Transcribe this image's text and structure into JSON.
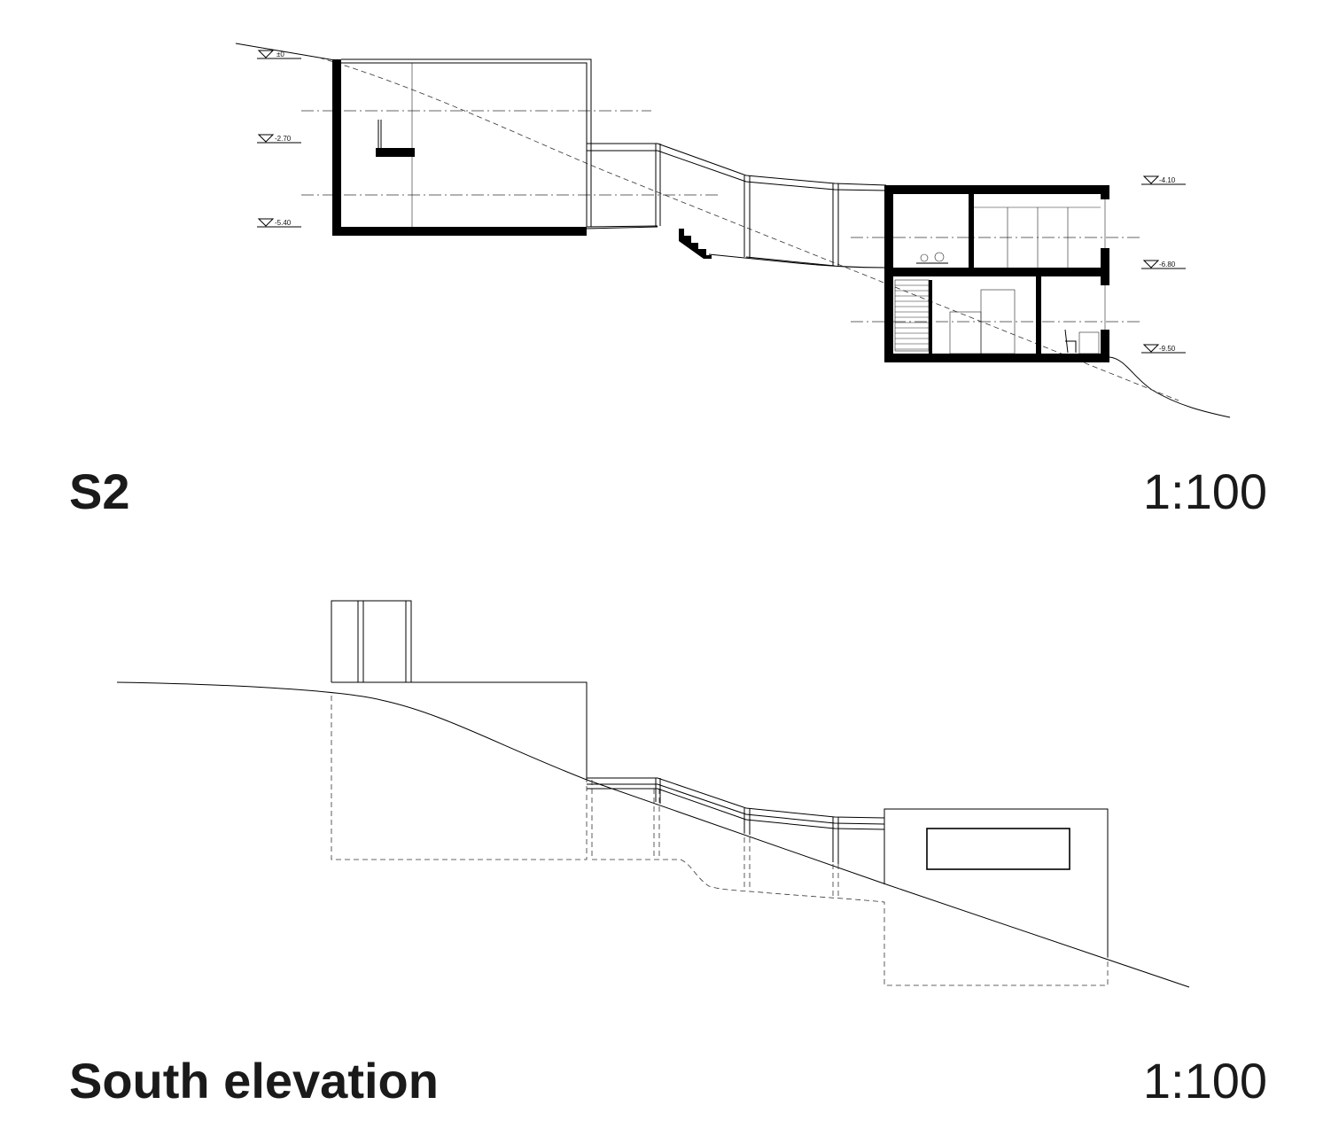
{
  "section": {
    "title": "S2",
    "scale": "1:100",
    "levels": [
      "±0",
      "-2.70",
      "-5.40",
      "-4.10",
      "-6.80",
      "-9.50"
    ]
  },
  "elevation": {
    "title": "South elevation",
    "scale": "1:100"
  },
  "colors": {
    "ink": "#000000",
    "text": "#1a1a1a",
    "background": "#ffffff"
  }
}
